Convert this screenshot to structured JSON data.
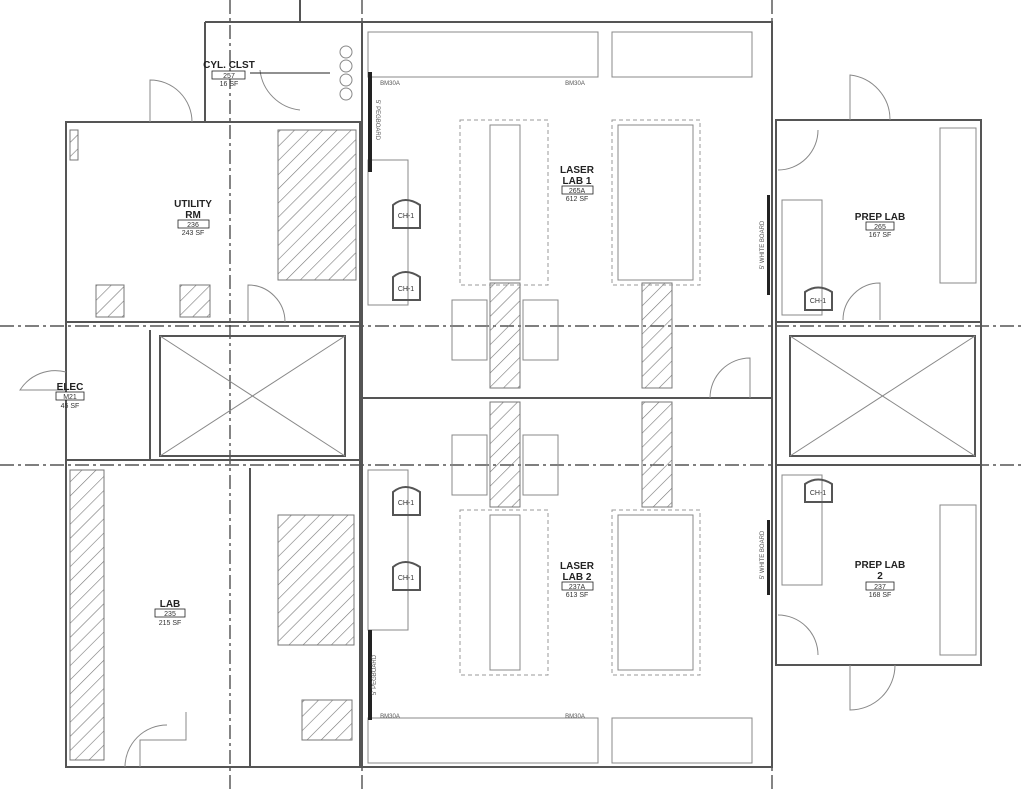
{
  "rooms": {
    "cyl_clst": {
      "name": "CYL. CLST",
      "number": "257",
      "area": "16 SF"
    },
    "utility": {
      "name1": "UTILITY",
      "name2": "RM",
      "number": "236",
      "area": "243 SF"
    },
    "elec": {
      "name": "ELEC",
      "number": "M21",
      "area": "45 SF"
    },
    "lab": {
      "name": "LAB",
      "number": "235",
      "area": "215 SF"
    },
    "laser1": {
      "name1": "LASER",
      "name2": "LAB 1",
      "number": "265A",
      "area": "612 SF"
    },
    "laser2": {
      "name1": "LASER",
      "name2": "LAB 2",
      "number": "237A",
      "area": "613 SF"
    },
    "prep1": {
      "name": "PREP LAB",
      "number": "265",
      "area": "167 SF"
    },
    "prep2": {
      "name1": "PREP LAB",
      "name2": "2",
      "number": "237",
      "area": "168 SF"
    }
  },
  "equipment": {
    "chair": "CH-1",
    "bench": "BM30A",
    "pegboard": "5' PEGBOARD",
    "whiteboard": "5' WHITE BOARD"
  }
}
